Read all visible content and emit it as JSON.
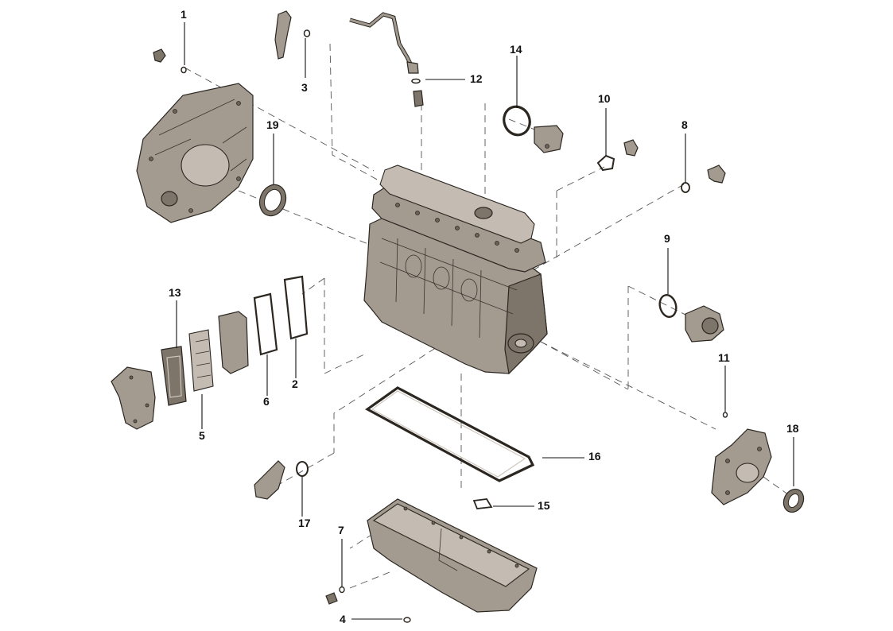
{
  "callouts": {
    "c1": "1",
    "c2": "2",
    "c3": "3",
    "c4": "4",
    "c5": "5",
    "c6": "6",
    "c7": "7",
    "c8": "8",
    "c9": "9",
    "c10": "10",
    "c11": "11",
    "c12": "12",
    "c13": "13",
    "c14": "14",
    "c15": "15",
    "c16": "16",
    "c17": "17",
    "c18": "18",
    "c19": "19"
  },
  "colors": {
    "part_fill": "#a39a90",
    "part_outline": "#2b2620",
    "leader": "#111111",
    "background": "#ffffff"
  }
}
